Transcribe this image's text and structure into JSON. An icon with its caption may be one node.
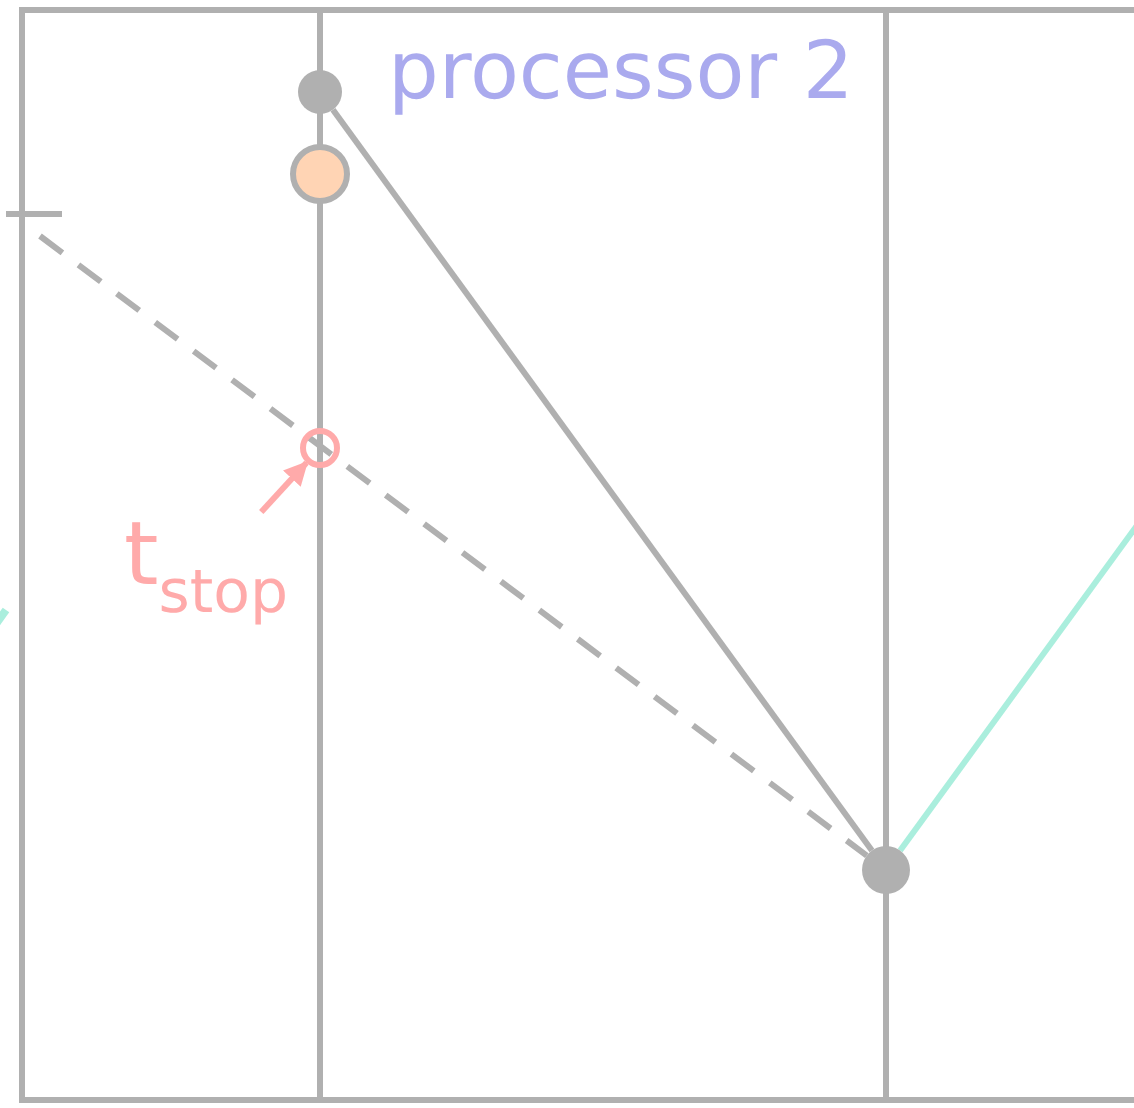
{
  "diagram": {
    "nodes": [
      {
        "text": [],
        "shape": "circle"
      },
      {
        "text": [],
        "shape": "circle"
      },
      {
        "text": [],
        "shape": "circle"
      },
      {
        "text": [],
        "shape": "circle"
      },
      {
        "text": [
          "t$_{stop}$"
        ]
      }
    ],
    "edges": [
      {
        "from": 0,
        "to": 3,
        "arrow": "none"
      },
      {
        "from": null,
        "to": 3,
        "arrow": "none",
        "style": "dashed"
      },
      {
        "from": 4,
        "to": 2,
        "arrow": "to",
        "color": "#ffaaaa"
      },
      {
        "from": 3,
        "to": null,
        "arrow": "none",
        "color": "#aaeedd"
      }
    ],
    "labels": [
      "processor 2"
    ]
  }
}
